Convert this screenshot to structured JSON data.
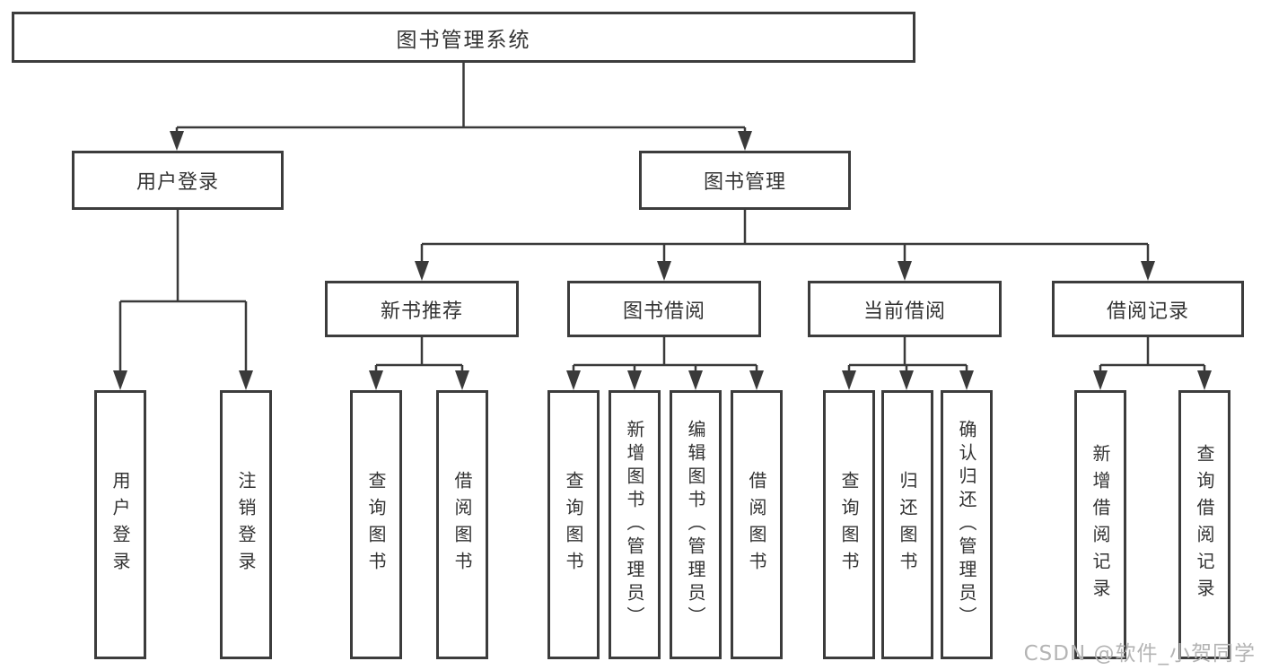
{
  "diagram": {
    "title": "图书管理系统",
    "level2": [
      "用户登录",
      "图书管理"
    ],
    "level3": [
      "新书推荐",
      "图书借阅",
      "当前借阅",
      "借阅记录"
    ],
    "leaves": [
      "用户登录",
      "注销登录",
      "查询图书",
      "借阅图书",
      "查询图书",
      "新增图书（管理员）",
      "编辑图书（管理员）",
      "借阅图书",
      "查询图书",
      "归还图书",
      "确认归还（管理员）",
      "新增借阅记录",
      "查询借阅记录"
    ]
  },
  "watermark": {
    "text": "CSDN @软件_小贺同学",
    "color": "#b4b4b4"
  },
  "colors": {
    "line": "#3a3a3a",
    "border": "#3c3c3c",
    "text": "#333333",
    "background": "#ffffff"
  }
}
